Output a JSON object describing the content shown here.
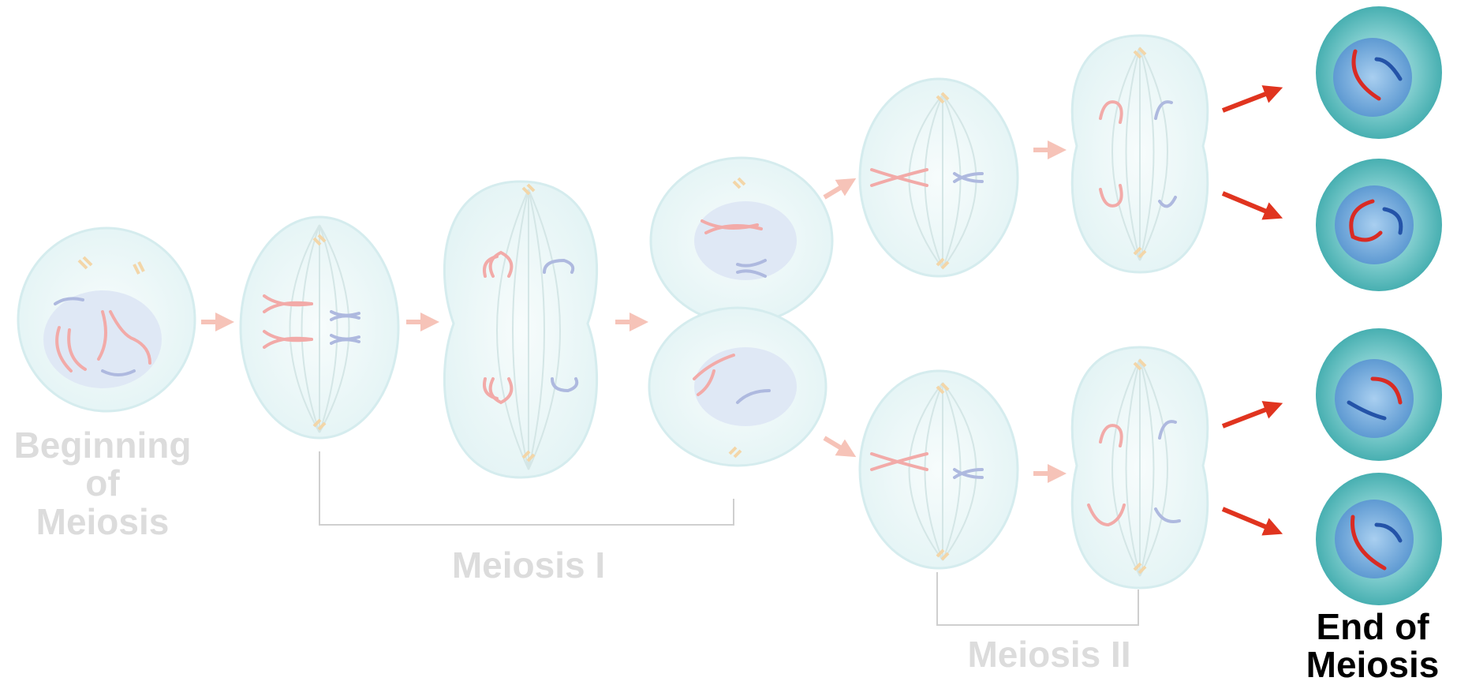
{
  "labels": {
    "beginning": [
      "Beginning",
      "of",
      "Meiosis"
    ],
    "meiosis1": "Meiosis I",
    "meiosis2": "Meiosis II",
    "end": [
      "End of",
      "Meiosis"
    ]
  },
  "colors": {
    "faded_cell_fill": "#eaf6f7",
    "faded_cell_stroke": "#cfe8ea",
    "faded_nucleus": "#dde7f4",
    "faded_arrow": "#f6c3b8",
    "bright_arrow": "#e0341f",
    "final_cell_outer": "#49b1b3",
    "final_cell_inner": "#8ed0d2",
    "final_nucleus": "#5f9fd3",
    "chrom_red": "#d92b24",
    "chrom_blue": "#2453a8",
    "centromere": "#f3d27a",
    "bracket": "#cfcfcf",
    "faded_text": "#dcdcdc"
  }
}
